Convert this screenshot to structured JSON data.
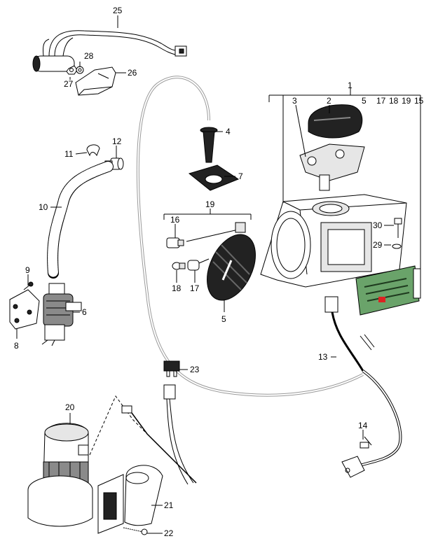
{
  "callouts": {
    "c1": "1",
    "c2": "2",
    "c3": "3",
    "c4": "4",
    "c5a": "5",
    "c5b": "5",
    "c6": "6",
    "c7": "7",
    "c8": "8",
    "c9": "9",
    "c10": "10",
    "c11": "11",
    "c12": "12",
    "c13": "13",
    "c14": "14",
    "c15": "15",
    "c16": "16",
    "c17a": "17",
    "c17b": "17",
    "c18a": "18",
    "c18b": "18",
    "c19a": "19",
    "c19b": "19",
    "c20": "20",
    "c21": "21",
    "c22": "22",
    "c23": "23",
    "c25": "25",
    "c26": "26",
    "c27": "27",
    "c28": "28",
    "c29": "29",
    "c30": "30"
  }
}
